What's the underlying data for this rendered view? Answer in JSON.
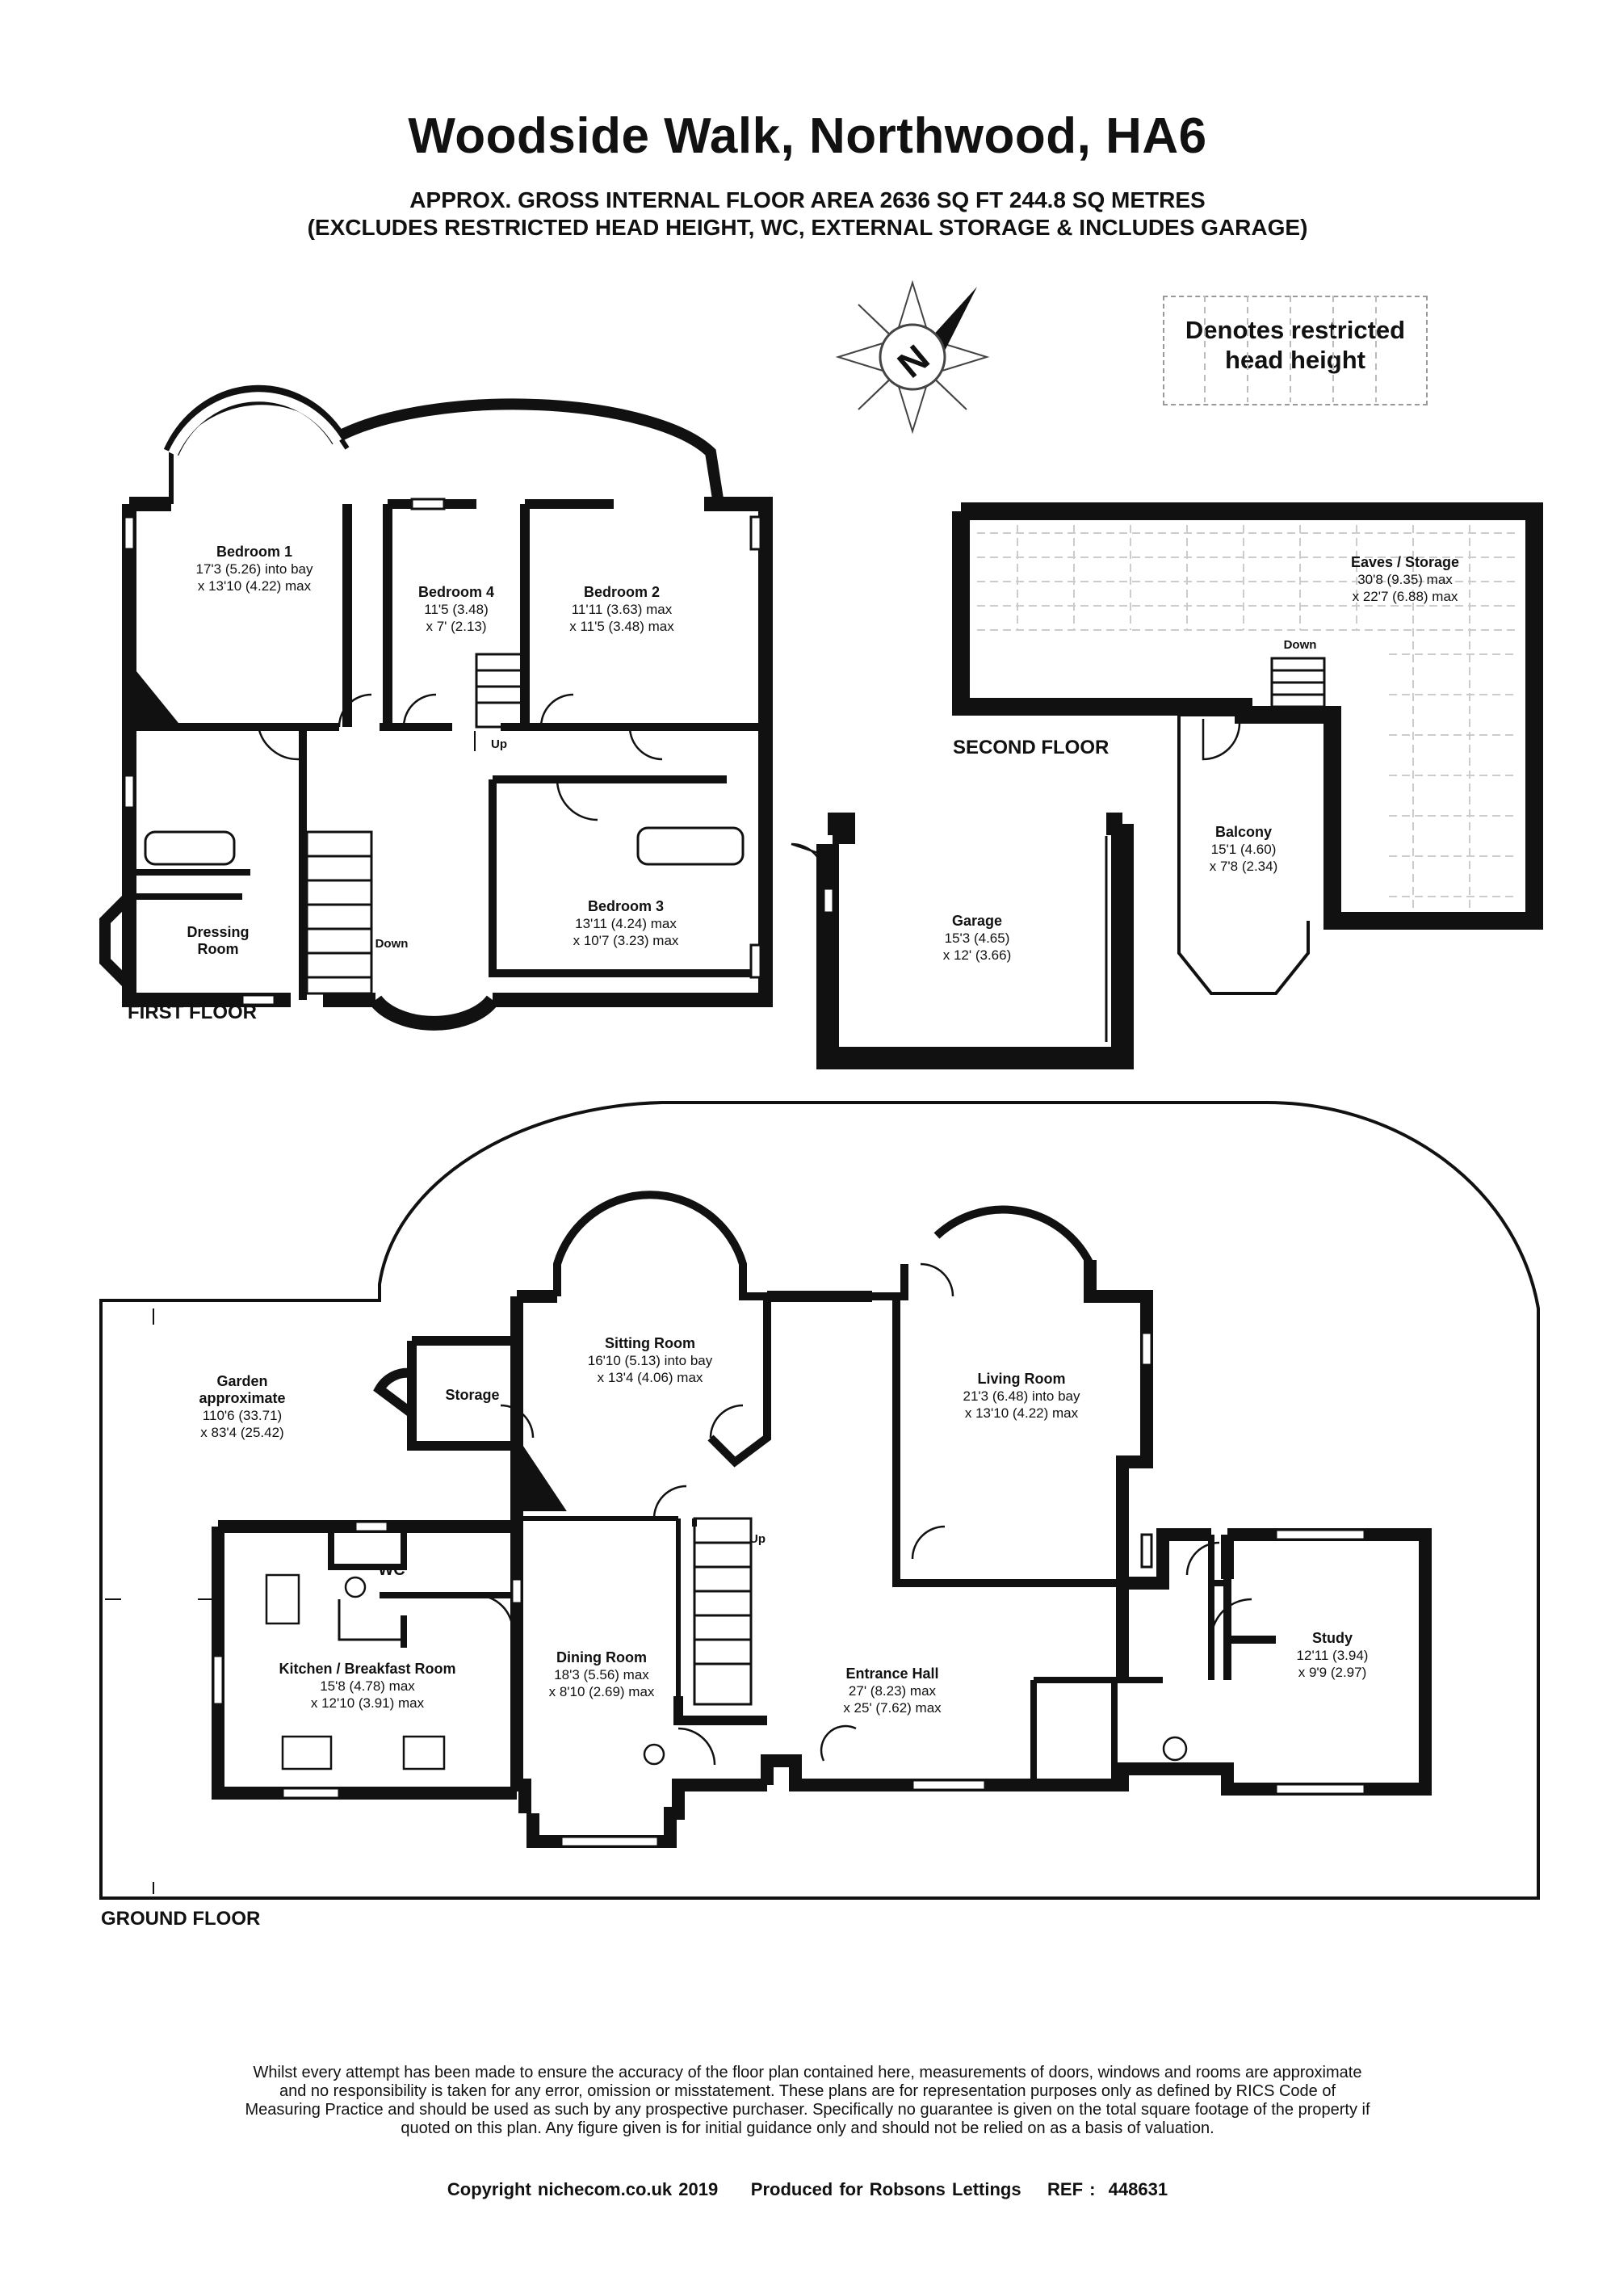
{
  "header": {
    "title": "Woodside Walk, Northwood, HA6",
    "subtitle_line1": "APPROX. GROSS INTERNAL FLOOR AREA 2636 SQ FT 244.8 SQ METRES",
    "subtitle_line2": "(EXCLUDES RESTRICTED HEAD HEIGHT, WC, EXTERNAL STORAGE & INCLUDES GARAGE)"
  },
  "compass": {
    "letter": "N"
  },
  "legend": {
    "line1": "Denotes restricted",
    "line2": "head height"
  },
  "floors": {
    "first": "FIRST FLOOR",
    "second": "SECOND FLOOR",
    "ground": "GROUND FLOOR"
  },
  "rooms": {
    "bedroom1": {
      "name": "Bedroom 1",
      "d1": "17'3 (5.26) into bay",
      "d2": "x 13'10 (4.22) max"
    },
    "bedroom4": {
      "name": "Bedroom 4",
      "d1": "11'5 (3.48)",
      "d2": "x 7' (2.13)"
    },
    "bedroom2": {
      "name": "Bedroom 2",
      "d1": "11'11 (3.63) max",
      "d2": "x 11'5 (3.48) max"
    },
    "bedroom3": {
      "name": "Bedroom 3",
      "d1": "13'11 (4.24) max",
      "d2": "x 10'7 (3.23) max"
    },
    "dressing": {
      "name1": "Dressing",
      "name2": "Room"
    },
    "eaves": {
      "name": "Eaves / Storage",
      "d1": "30'8 (9.35) max",
      "d2": "x 22'7 (6.88) max"
    },
    "balcony": {
      "name": "Balcony",
      "d1": "15'1 (4.60)",
      "d2": "x 7'8 (2.34)"
    },
    "garage": {
      "name": "Garage",
      "d1": "15'3 (4.65)",
      "d2": "x 12' (3.66)"
    },
    "garden": {
      "name1": "Garden",
      "name2": "approximate",
      "d1": "110'6 (33.71)",
      "d2": "x 83'4 (25.42)"
    },
    "storage": {
      "name": "Storage"
    },
    "sitting": {
      "name": "Sitting Room",
      "d1": "16'10 (5.13) into bay",
      "d2": "x 13'4 (4.06) max"
    },
    "living": {
      "name": "Living Room",
      "d1": "21'3 (6.48) into bay",
      "d2": "x 13'10 (4.22) max"
    },
    "wc": {
      "name": "WC"
    },
    "kitchen": {
      "name": "Kitchen / Breakfast Room",
      "d1": "15'8 (4.78) max",
      "d2": "x 12'10 (3.91) max"
    },
    "dining": {
      "name": "Dining Room",
      "d1": "18'3 (5.56) max",
      "d2": "x 8'10 (2.69) max"
    },
    "hall": {
      "name": "Entrance Hall",
      "d1": "27' (8.23) max",
      "d2": "x 25' (7.62) max"
    },
    "study": {
      "name": "Study",
      "d1": "12'11 (3.94)",
      "d2": "x 9'9 (2.97)"
    }
  },
  "stairs": {
    "up": "Up",
    "down": "Down"
  },
  "footer": {
    "disclaimer": "Whilst every attempt has been made to ensure the accuracy of the floor plan contained here, measurements of doors, windows and rooms are approximate and no responsibility is taken for any error, omission or misstatement. These plans are for representation purposes only as defined by RICS Code of Measuring Practice and should be used as such by any prospective purchaser. Specifically no guarantee is given on the total square footage of the property if quoted on this plan. Any figure given is for initial guidance only and should not be relied on as a basis of valuation.",
    "copyright": "Copyright nichecom.co.uk 2019     Produced for Robsons Lettings    REF :  448631"
  }
}
